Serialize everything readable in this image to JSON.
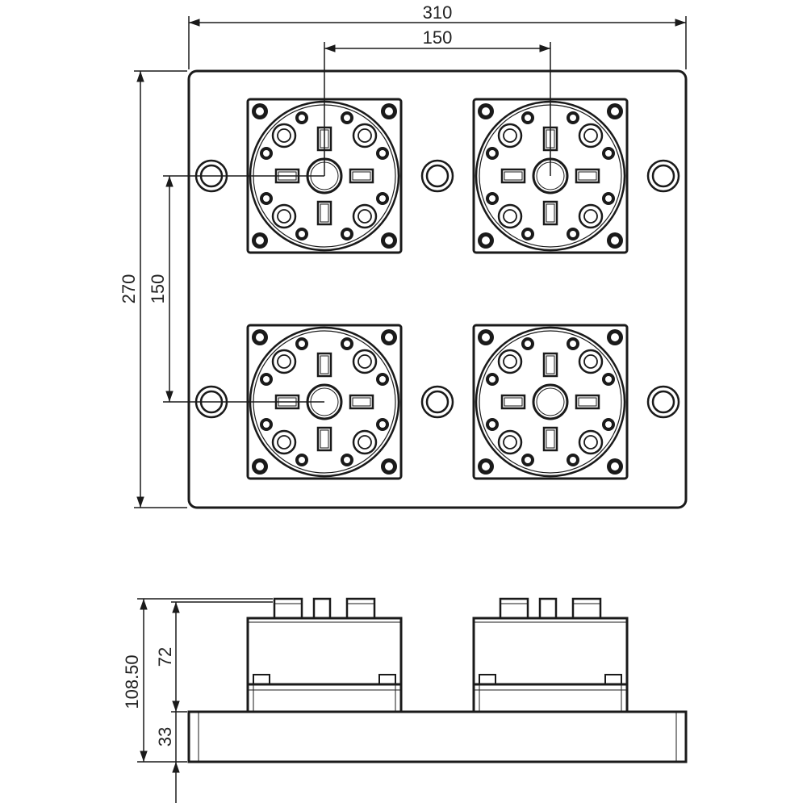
{
  "top_view": {
    "dim_overall_width": "310",
    "dim_center_spacing_horizontal": "150",
    "dim_overall_height": "270",
    "dim_center_spacing_vertical": "150"
  },
  "side_view": {
    "dim_total_height": "108.50",
    "dim_chuck_height": "72",
    "dim_base_thickness": "33"
  },
  "colors": {
    "line": "#1a1a1a",
    "background": "#ffffff"
  }
}
